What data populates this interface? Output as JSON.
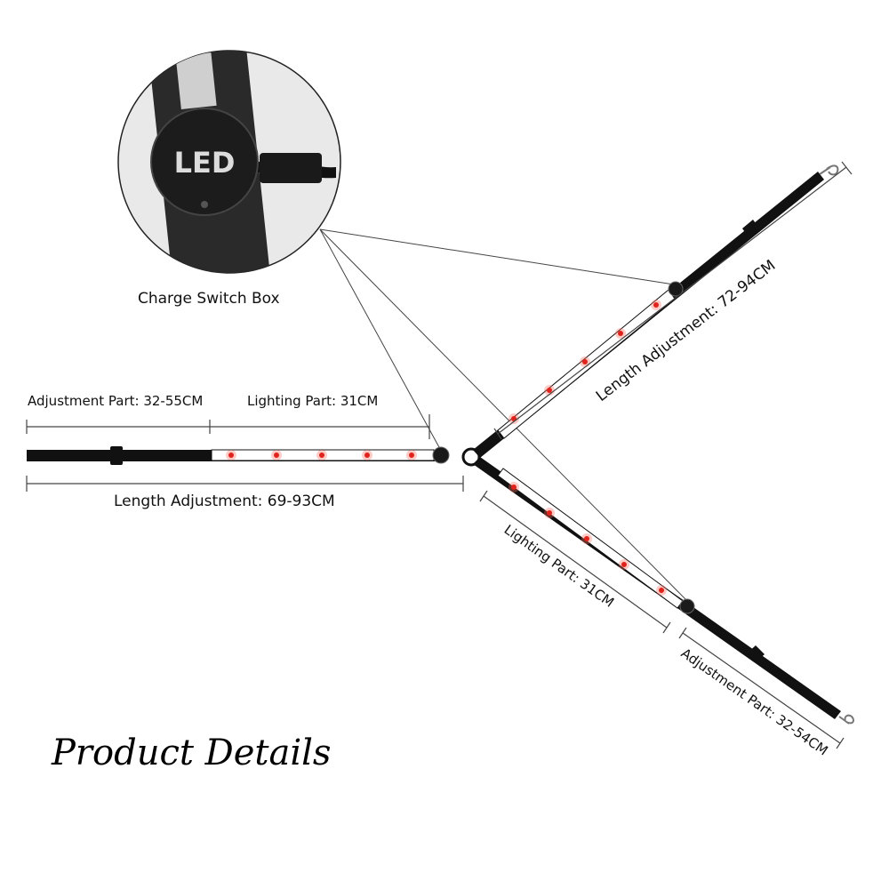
{
  "callout": {
    "box_text": "LED",
    "label": "Charge Switch Box"
  },
  "left_strap": {
    "adjustment_part": "Adjustment Part: 32-55CM",
    "lighting_part": "Lighting Part: 31CM",
    "length_adjustment": "Length Adjustment: 69-93CM"
  },
  "upper_strap": {
    "length_adjustment": "Length Adjustment: 72-94CM"
  },
  "lower_strap": {
    "lighting_part": "Lighting Part: 31CM",
    "adjustment_part": "Adjustment Part: 32-54CM"
  },
  "title": "Product Details",
  "colors": {
    "strap": "#111111",
    "led": "#e0231c",
    "background": "#ffffff"
  }
}
